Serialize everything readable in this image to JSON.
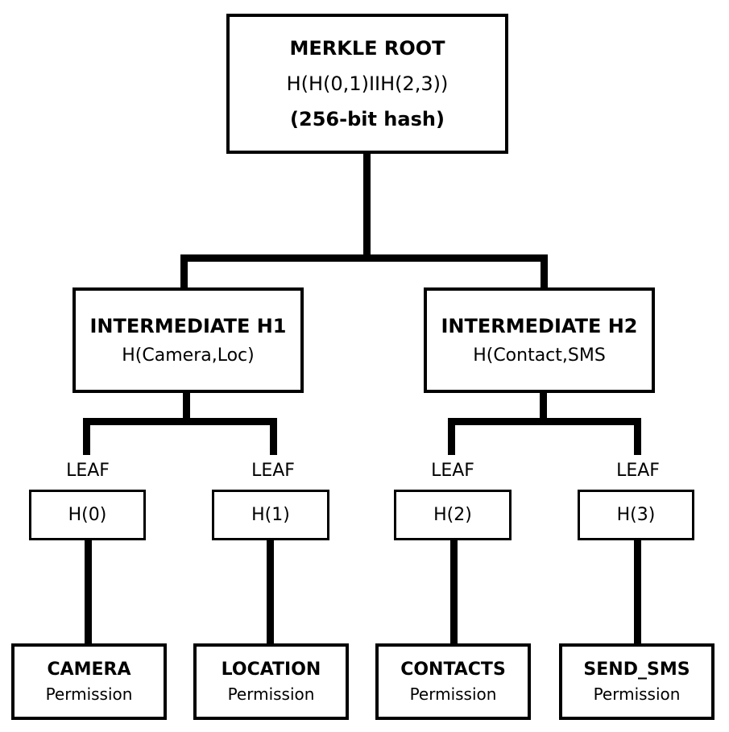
{
  "root": {
    "title": "MERKLE ROOT",
    "formula": "H(H(0,1)IIH(2,3))",
    "note": "(256-bit hash)"
  },
  "intermediates": [
    {
      "title": "INTERMEDIATE H1",
      "formula": "H(Camera,Loc)"
    },
    {
      "title": "INTERMEDIATE H2",
      "formula": "H(Contact,SMS"
    }
  ],
  "leaves": [
    {
      "label": "LEAF",
      "hash": "H(0)"
    },
    {
      "label": "LEAF",
      "hash": "H(1)"
    },
    {
      "label": "LEAF",
      "hash": "H(2)"
    },
    {
      "label": "LEAF",
      "hash": "H(3)"
    }
  ],
  "permissions": [
    {
      "name": "CAMERA",
      "type": "Permission"
    },
    {
      "name": "LOCATION",
      "type": "Permission"
    },
    {
      "name": "CONTACTS",
      "type": "Permission"
    },
    {
      "name": "SEND_SMS",
      "type": "Permission"
    }
  ]
}
